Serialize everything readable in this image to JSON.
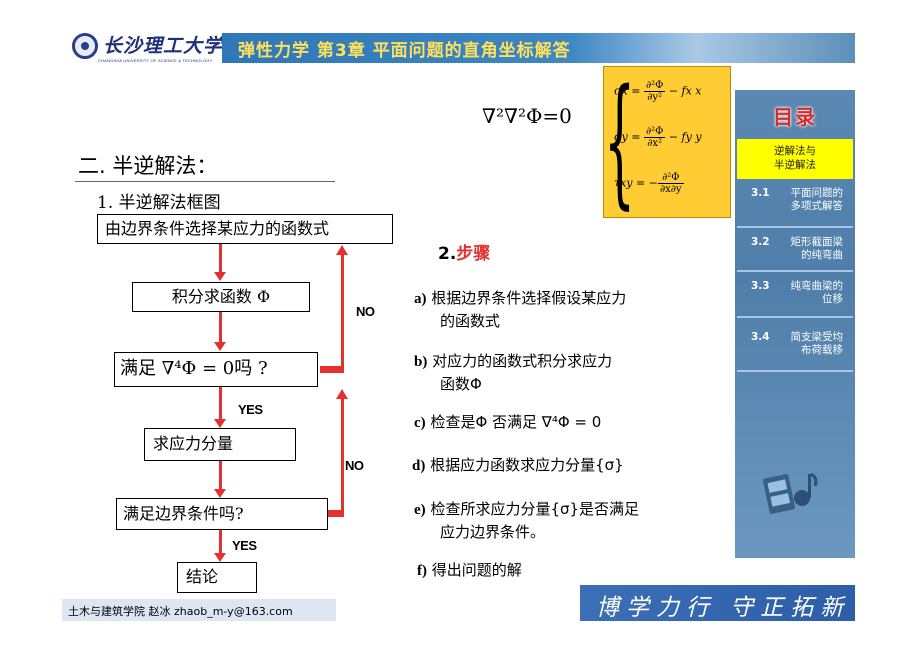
{
  "header": {
    "logo_text": "长沙理工大学",
    "logo_subtext": "CHANGSHA UNIVERSITY OF SCIENCE & TECHNOLOGY",
    "title": "弹性力学   第3章   平面问题的直角坐标解答"
  },
  "sidebar": {
    "title": "目录",
    "active_item": "逆解法与\n半逆解法",
    "items": [
      {
        "num": "3.1",
        "label": "平面问题的\n多项式解答"
      },
      {
        "num": "3.2",
        "label": "矩形截面梁\n的纯弯曲"
      },
      {
        "num": "3.3",
        "label": "纯弯曲梁的\n位移"
      },
      {
        "num": "3.4",
        "label": "简支梁受均\n布荷载移"
      }
    ]
  },
  "content": {
    "section_title": "二. 半逆解法：",
    "sub_title": "1. 半逆解法框图",
    "flowchart": {
      "box1": "由边界条件选择某应力的函数式",
      "box2": "积分求函数 Φ",
      "box3": "满足 ∇⁴Φ = 0吗 ?",
      "box4": "求应力分量",
      "box5": "满足边界条件吗?",
      "box6": "结论",
      "yes1": "YES",
      "yes2": "YES",
      "no1": "NO",
      "no2": "NO"
    },
    "equation_main": "∇²∇²Φ=0",
    "equations": {
      "sx_lhs": "σx = ",
      "sx_num": "∂²Φ",
      "sx_den": "∂y²",
      "sx_tail": " − fx x",
      "sy_lhs": "σy = ",
      "sy_num": "∂²Φ",
      "sy_den": "∂x²",
      "sy_tail": " − fy y",
      "txy_lhs": "τxy = −",
      "txy_num": "∂²Φ",
      "txy_den": "∂x∂y"
    },
    "steps_num": "2.",
    "steps_title": "步骤",
    "steps": [
      {
        "key": "a)",
        "line1": "根据边界条件选择假设某应力",
        "line2": "的函数式"
      },
      {
        "key": "b)",
        "line1": "对应力的函数式积分求应力",
        "line2": "函数Φ"
      },
      {
        "key": "c)",
        "line1": "检查是Φ 否满足 ∇⁴Φ = 0",
        "line2": ""
      },
      {
        "key": "d)",
        "line1": "根据应力函数求应力分量{σ}",
        "line2": ""
      },
      {
        "key": "e)",
        "line1": "检查所求应力分量{σ}是否满足",
        "line2": "应力边界条件。"
      },
      {
        "key": "f)",
        "line1": "得出问题的解",
        "line2": ""
      }
    ]
  },
  "footer": {
    "author": "土木与建筑学院  赵冰  zhaob_m-y@163.com",
    "motto": "博学力行 守正拓新"
  },
  "colors": {
    "accent_red": "#e53030",
    "title_yellow": "#ffe15a",
    "sidebar_blue": "#5b89b3",
    "equation_box": "#ffcc33",
    "active_yellow": "#ffff00"
  }
}
